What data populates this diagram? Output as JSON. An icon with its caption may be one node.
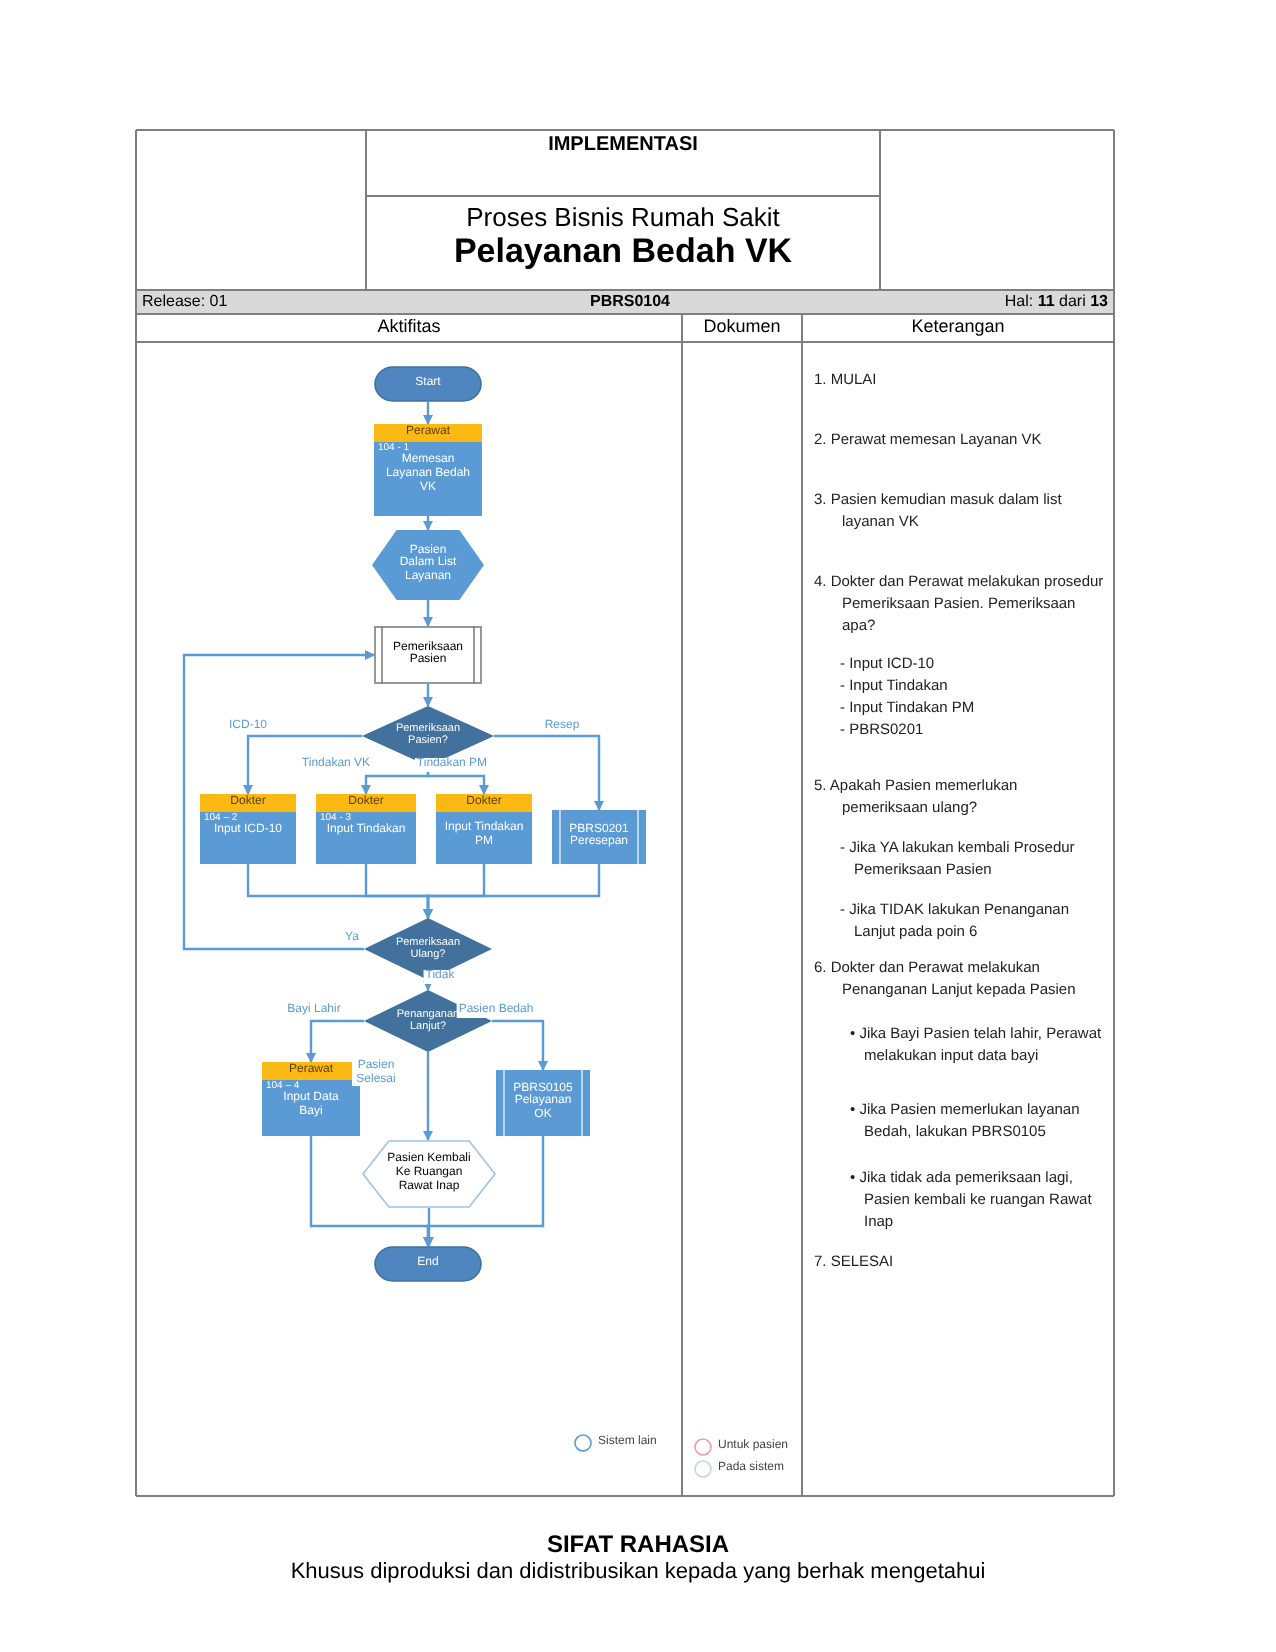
{
  "diagram": {
    "title": "Pelayanan Bedah VK",
    "nodes": [
      {
        "text": [
          "Start"
        ]
      },
      {
        "text": [
          "Perawat",
          "104 - 1",
          "Memesan Layanan Bedah VK"
        ]
      },
      {
        "text": [
          "Pasien Dalam List Layanan"
        ]
      },
      {
        "text": [
          "Pemeriksaan Pasien"
        ]
      },
      {
        "text": [
          "Pemeriksaan Pasien?"
        ]
      },
      {
        "text": [
          "Dokter",
          "104 – 2",
          "Input ICD-10"
        ]
      },
      {
        "text": [
          "Dokter",
          "104 - 3",
          "Input Tindakan"
        ]
      },
      {
        "text": [
          "Dokter",
          "Input Tindakan PM"
        ]
      },
      {
        "text": [
          "PBRS0201 Peresepan"
        ]
      },
      {
        "text": [
          "Pemeriksaan Ulang?"
        ]
      },
      {
        "text": [
          "Penanganan Lanjut?"
        ]
      },
      {
        "text": [
          "Perawat",
          "104 – 4",
          "Input Data Bayi"
        ]
      },
      {
        "text": [
          "PBRS0105 Pelayanan OK"
        ]
      },
      {
        "text": [
          "Pasien Kembali Ke Ruangan Rawat Inap"
        ]
      },
      {
        "text": [
          "End"
        ]
      }
    ],
    "edges": [
      {
        "from": 0,
        "to": 1,
        "arrow": "to"
      },
      {
        "from": 1,
        "to": 2,
        "arrow": "to"
      },
      {
        "from": 2,
        "to": 3,
        "arrow": "to"
      },
      {
        "from": 3,
        "to": 4,
        "arrow": "to"
      },
      {
        "from": 4,
        "to": 5,
        "arrow": "to",
        "label": "ICD-10"
      },
      {
        "from": 4,
        "to": 6,
        "arrow": "to",
        "label": "Tindakan VK"
      },
      {
        "from": 4,
        "to": 7,
        "arrow": "to",
        "label": "Tindakan PM"
      },
      {
        "from": 4,
        "to": 8,
        "arrow": "to",
        "label": "Resep"
      },
      {
        "from": 5,
        "to": 9,
        "arrow": "to"
      },
      {
        "from": 6,
        "to": 9,
        "arrow": "to"
      },
      {
        "from": 7,
        "to": 9,
        "arrow": "to"
      },
      {
        "from": 8,
        "to": 9,
        "arrow": "to"
      },
      {
        "from": 9,
        "to": 3,
        "arrow": "to",
        "label": "Ya"
      },
      {
        "from": 9,
        "to": 10,
        "arrow": "to",
        "label": "Tidak"
      },
      {
        "from": 10,
        "to": 11,
        "arrow": "to",
        "label": "Bayi Lahir"
      },
      {
        "from": 10,
        "to": 13,
        "arrow": "to",
        "label": "Pasien Selesai"
      },
      {
        "from": 10,
        "to": 12,
        "arrow": "to",
        "label": "Pasien Bedah"
      },
      {
        "from": 11,
        "to": 14,
        "arrow": "to"
      },
      {
        "from": 13,
        "to": 14,
        "arrow": "to"
      },
      {
        "from": 12,
        "to": 14,
        "arrow": "to"
      }
    ],
    "labels": [
      "IMPLEMENTASI",
      "Proses Bisnis Rumah Sakit",
      "Release: 01",
      "PBRS0104",
      "Hal: **11** dari **13**",
      "Aktifitas",
      "Dokumen",
      "Keterangan",
      "1. MULAI",
      "2. Perawat memesan Layanan VK",
      "3. Pasien kemudian masuk dalam list layanan VK",
      "4. Dokter dan Perawat melakukan prosedur Pemeriksaan Pasien. Pemeriksaan apa?",
      "- Input ICD-10",
      "- Input Tindakan",
      "- Input Tindakan PM",
      "- PBRS0201",
      "5. Apakah Pasien memerlukan pemeriksaan ulang?",
      "- Jika YA lakukan kembali Prosedur Pemeriksaan Pasien",
      "- Jika TIDAK lakukan Penanganan Lanjut pada poin 6",
      "6. Dokter dan Perawat melakukan Penanganan Lanjut kepada Pasien",
      "• Jika Bayi Pasien telah lahir, Perawat melakukan input data bayi",
      "• Jika Pasien memerlukan layanan Bedah, lakukan PBRS0105",
      "• Jika tidak ada pemeriksaan lagi, Pasien kembali ke ruangan Rawat Inap",
      "7. SELESAI",
      "SIFAT RAHASIA",
      "Khusus diproduksi dan didistribusikan kepada yang berhak mengetahui"
    ],
    "legend": [
      {
        "text": "Sistem lain"
      },
      {
        "text": "Untuk pasien"
      },
      {
        "text": "Pada sistem"
      }
    ]
  }
}
